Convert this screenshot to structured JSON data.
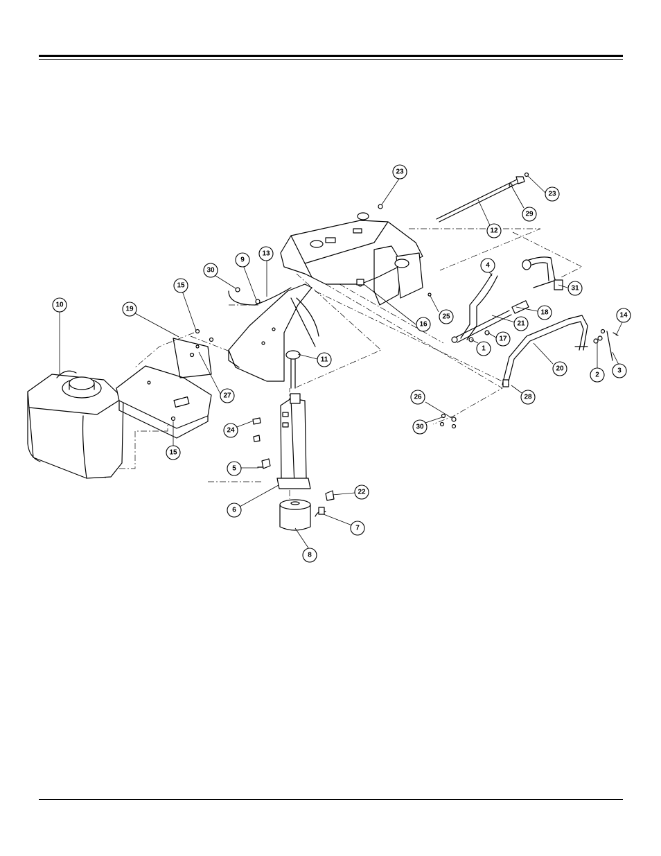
{
  "callouts": [
    {
      "id": "c1",
      "label": "1"
    },
    {
      "id": "c2",
      "label": "2"
    },
    {
      "id": "c3",
      "label": "3"
    },
    {
      "id": "c4",
      "label": "4"
    },
    {
      "id": "c5",
      "label": "5"
    },
    {
      "id": "c6",
      "label": "6"
    },
    {
      "id": "c7",
      "label": "7"
    },
    {
      "id": "c8",
      "label": "8"
    },
    {
      "id": "c9",
      "label": "9"
    },
    {
      "id": "c10",
      "label": "10"
    },
    {
      "id": "c11",
      "label": "11"
    },
    {
      "id": "c12",
      "label": "12"
    },
    {
      "id": "c13",
      "label": "13"
    },
    {
      "id": "c14",
      "label": "14"
    },
    {
      "id": "c15a",
      "label": "15"
    },
    {
      "id": "c15b",
      "label": "15"
    },
    {
      "id": "c16",
      "label": "16"
    },
    {
      "id": "c17",
      "label": "17"
    },
    {
      "id": "c18",
      "label": "18"
    },
    {
      "id": "c19",
      "label": "19"
    },
    {
      "id": "c20",
      "label": "20"
    },
    {
      "id": "c21",
      "label": "21"
    },
    {
      "id": "c22",
      "label": "22"
    },
    {
      "id": "c23a",
      "label": "23"
    },
    {
      "id": "c23b",
      "label": "23"
    },
    {
      "id": "c24",
      "label": "24"
    },
    {
      "id": "c25",
      "label": "25"
    },
    {
      "id": "c26",
      "label": "26"
    },
    {
      "id": "c27",
      "label": "27"
    },
    {
      "id": "c28",
      "label": "28"
    },
    {
      "id": "c29",
      "label": "29"
    },
    {
      "id": "c30a",
      "label": "30"
    },
    {
      "id": "c30b",
      "label": "30"
    },
    {
      "id": "c31",
      "label": "31"
    }
  ]
}
